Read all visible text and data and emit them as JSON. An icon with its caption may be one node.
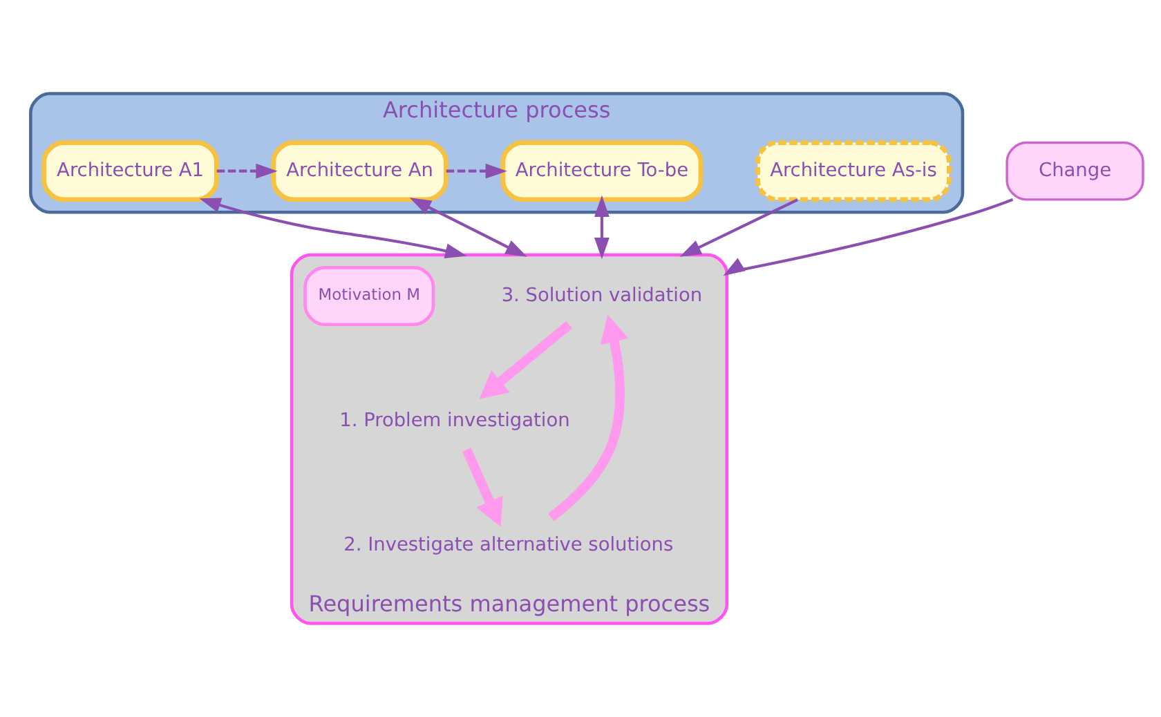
{
  "diagram": {
    "nodes": [
      {
        "text": [
          "Architecture process"
        ]
      },
      {
        "text": [
          "Architecture As-is"
        ],
        "in": 0
      },
      {
        "text": [
          "Architecture A1"
        ],
        "in": 0
      },
      {
        "text": [
          "Architecture An"
        ],
        "in": 0
      },
      {
        "text": [
          "Architecture To-be"
        ],
        "in": 0
      },
      {
        "text": [
          "Requirements management process"
        ]
      },
      {
        "text": [
          "3. Solution validation"
        ],
        "in": 5
      },
      {
        "text": [
          "1. Problem investigation"
        ],
        "in": 5
      },
      {
        "text": [
          "2. Investigate alternative solutions"
        ],
        "in": 5
      },
      {
        "text": [
          "Motivation M"
        ],
        "in": 5
      },
      {
        "text": [
          "Change"
        ]
      }
    ],
    "edges": [
      {
        "from": 2,
        "to": 3,
        "arrow": "to",
        "style": "dashed"
      },
      {
        "from": 3,
        "to": 4,
        "arrow": "to",
        "style": "dashed"
      },
      {
        "from": 1,
        "to": 5,
        "arrow": "to"
      },
      {
        "from": 2,
        "to": 5,
        "arrow": "both"
      },
      {
        "from": 3,
        "to": 5,
        "arrow": "both"
      },
      {
        "from": 4,
        "to": 5,
        "arrow": "both"
      },
      {
        "from": 10,
        "to": 5,
        "arrow": "to"
      },
      {
        "from": 6,
        "to": 7,
        "arrow": "to",
        "style": "thick",
        "color": "#ff99ee"
      },
      {
        "from": 7,
        "to": 8,
        "arrow": "to",
        "style": "thick",
        "color": "#ff99ee"
      },
      {
        "from": 8,
        "to": 6,
        "arrow": "to",
        "style": "thick",
        "color": "#ff99ee"
      }
    ]
  }
}
